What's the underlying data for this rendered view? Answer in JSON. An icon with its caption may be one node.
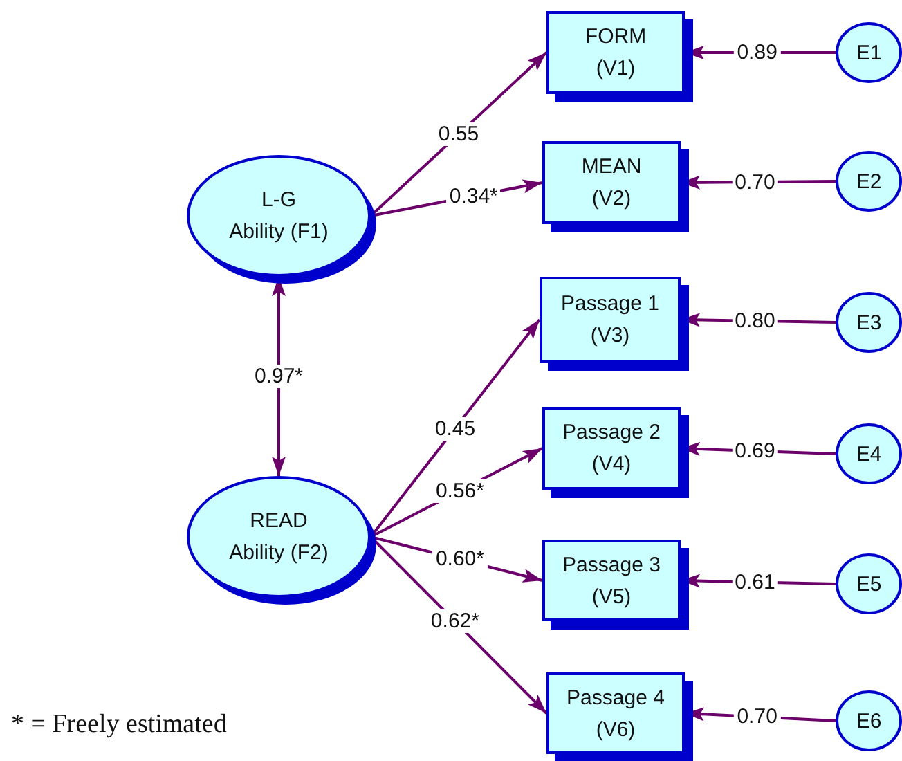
{
  "diagram": {
    "nodes": [
      {
        "text": [
          "L-G",
          "Ability (F1)"
        ]
      },
      {
        "text": [
          "READ",
          "Ability (F2)"
        ]
      },
      {
        "text": [
          "FORM",
          "(V1)"
        ]
      },
      {
        "text": [
          "MEAN",
          "(V2)"
        ]
      },
      {
        "text": [
          "Passage 1",
          "(V3)"
        ]
      },
      {
        "text": [
          "Passage 2",
          "(V4)"
        ]
      },
      {
        "text": [
          "Passage 3",
          "(V5)"
        ]
      },
      {
        "text": [
          "Passage 4",
          "(V6)"
        ]
      },
      {
        "text": [
          "E1"
        ]
      },
      {
        "text": [
          "E2"
        ]
      },
      {
        "text": [
          "E3"
        ]
      },
      {
        "text": [
          "E4"
        ]
      },
      {
        "text": [
          "E5"
        ]
      },
      {
        "text": [
          "E6"
        ]
      }
    ],
    "edges": [
      {
        "from": 0,
        "to": 2,
        "arrow": "to",
        "label": "0.55"
      },
      {
        "from": 0,
        "to": 3,
        "arrow": "to",
        "label": "0.34*"
      },
      {
        "from": 0,
        "to": 1,
        "arrow": "both",
        "label": "0.97*"
      },
      {
        "from": 1,
        "to": 4,
        "arrow": "to",
        "label": "0.45"
      },
      {
        "from": 1,
        "to": 5,
        "arrow": "to",
        "label": "0.56*"
      },
      {
        "from": 1,
        "to": 6,
        "arrow": "to",
        "label": "0.60*"
      },
      {
        "from": 1,
        "to": 7,
        "arrow": "to",
        "label": "0.62*"
      },
      {
        "from": 8,
        "to": 2,
        "arrow": "to",
        "label": "0.89"
      },
      {
        "from": 9,
        "to": 3,
        "arrow": "to",
        "label": "0.70"
      },
      {
        "from": 10,
        "to": 4,
        "arrow": "to",
        "label": "0.80"
      },
      {
        "from": 11,
        "to": 5,
        "arrow": "to",
        "label": "0.69"
      },
      {
        "from": 12,
        "to": 6,
        "arrow": "to",
        "label": "0.61"
      },
      {
        "from": 13,
        "to": 7,
        "arrow": "to",
        "label": "0.70"
      }
    ],
    "labels": [
      "* = Freely estimated"
    ]
  }
}
